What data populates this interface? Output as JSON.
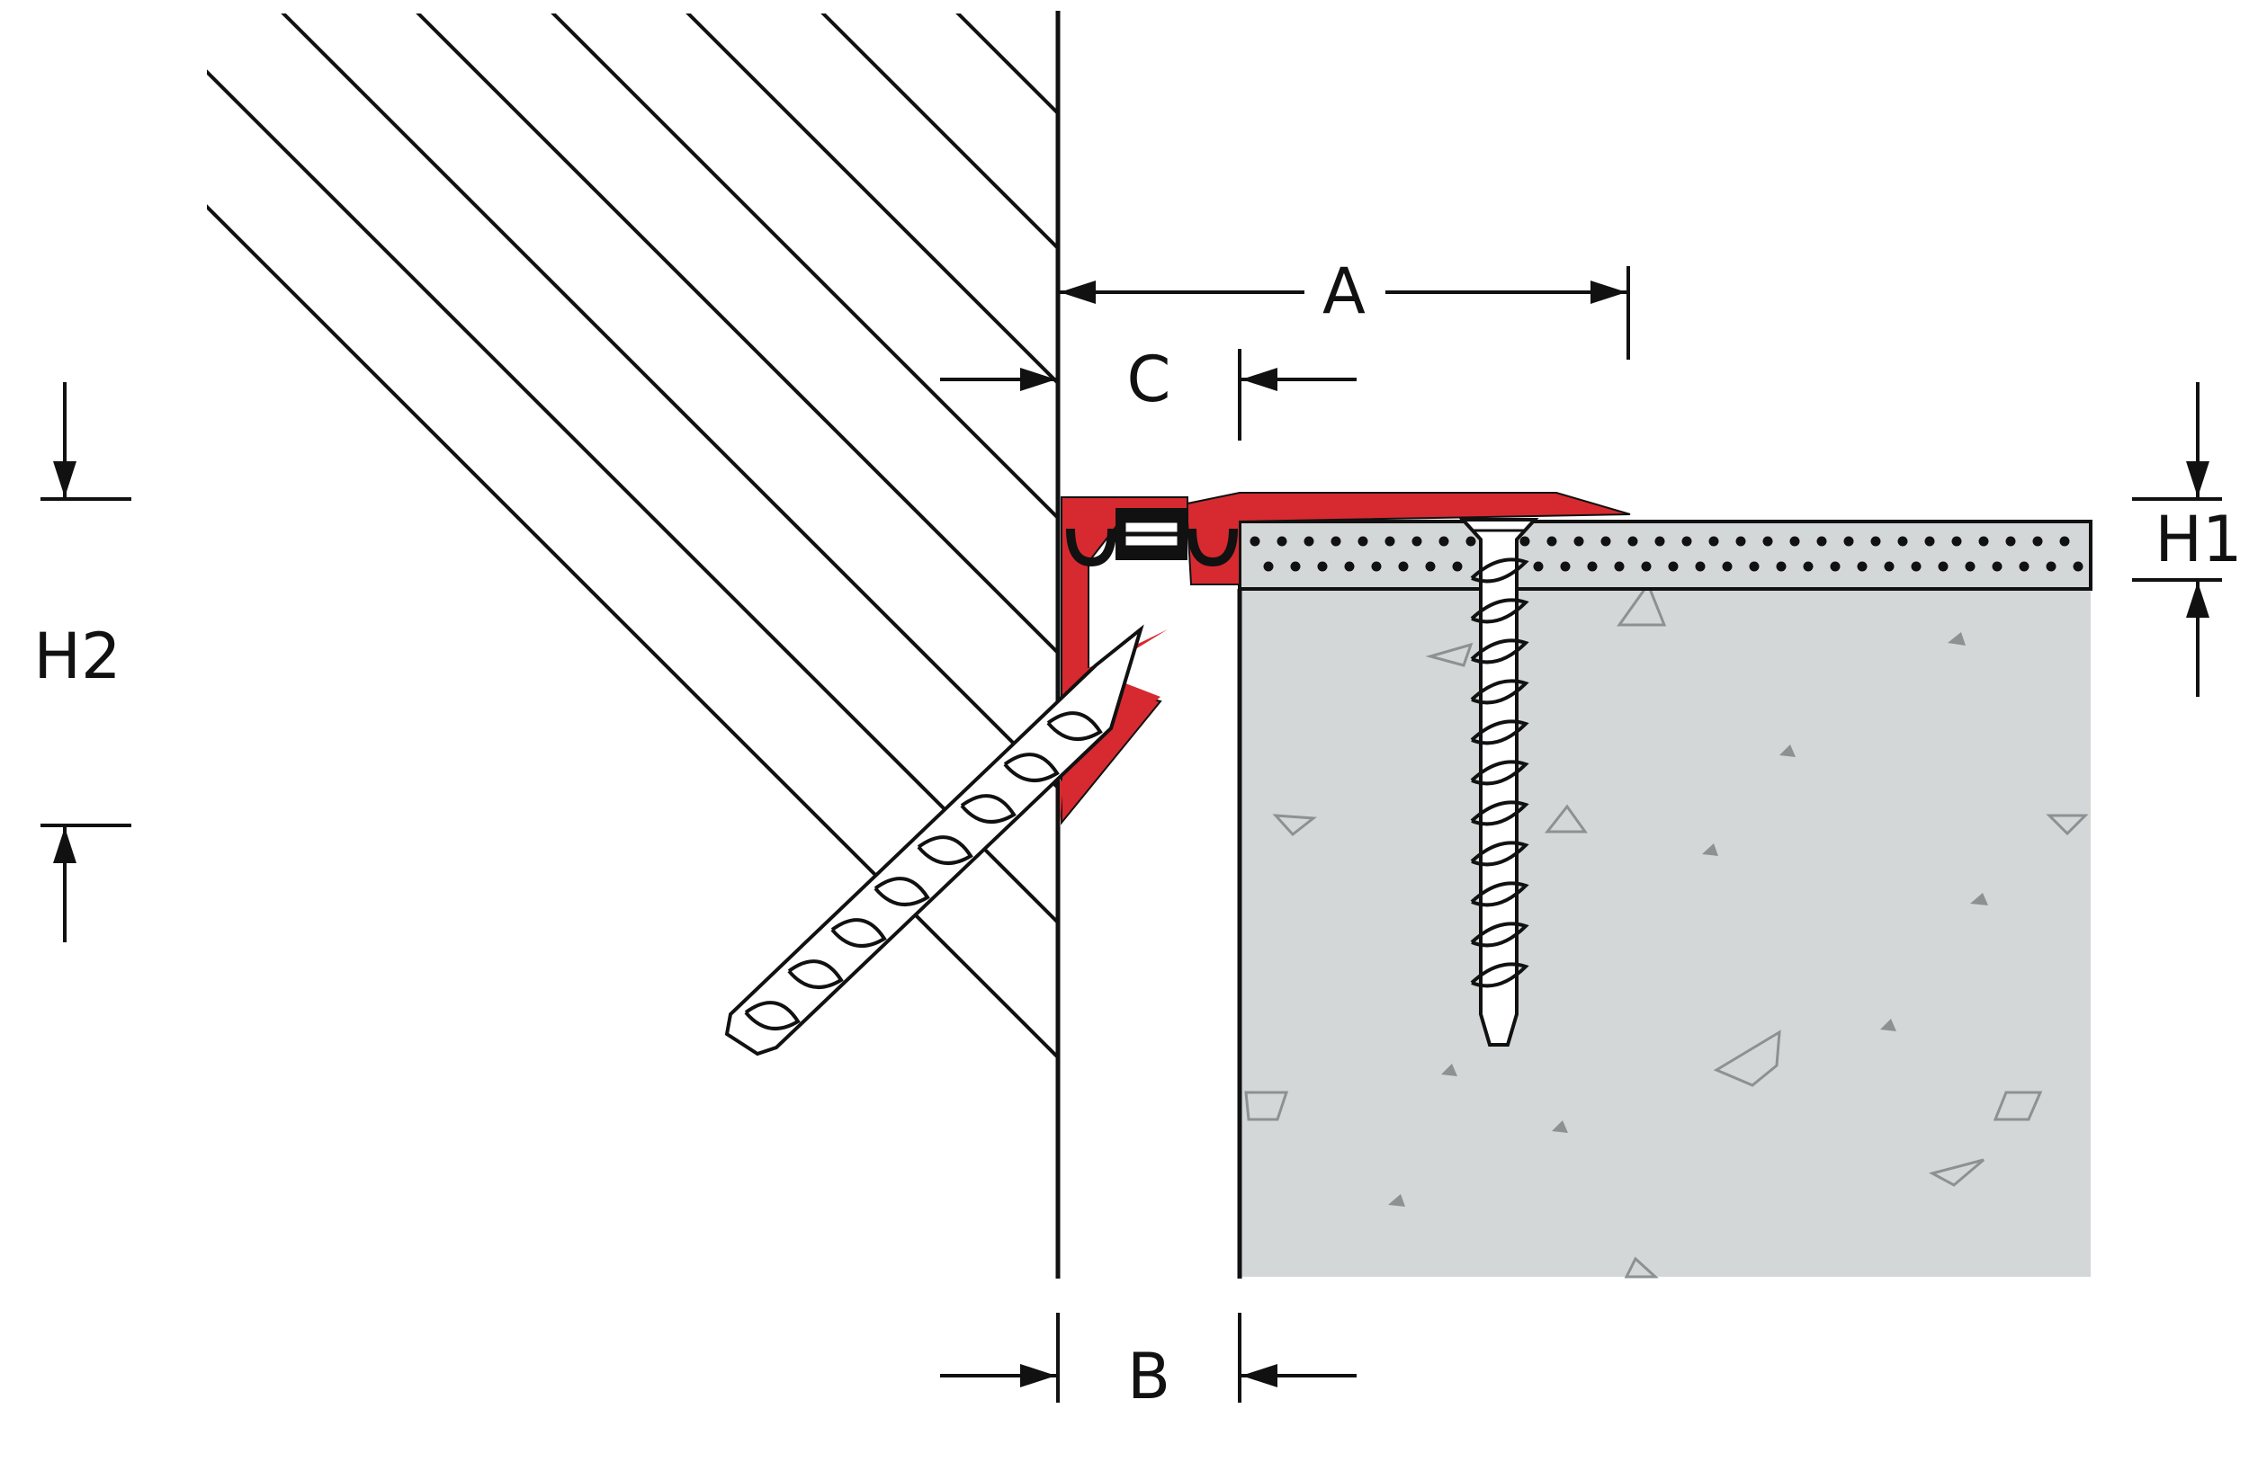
{
  "labels": {
    "a": "A",
    "b": "B",
    "c": "C",
    "h1": "H1",
    "h2": "H2"
  },
  "colors": {
    "ink": "#111111",
    "profile_red": "#d62a30",
    "concrete_fill": "#d3d7d8",
    "aggregate_stroke": "#8c9194",
    "screw_fill": "#ffffff",
    "background": "#ffffff"
  }
}
